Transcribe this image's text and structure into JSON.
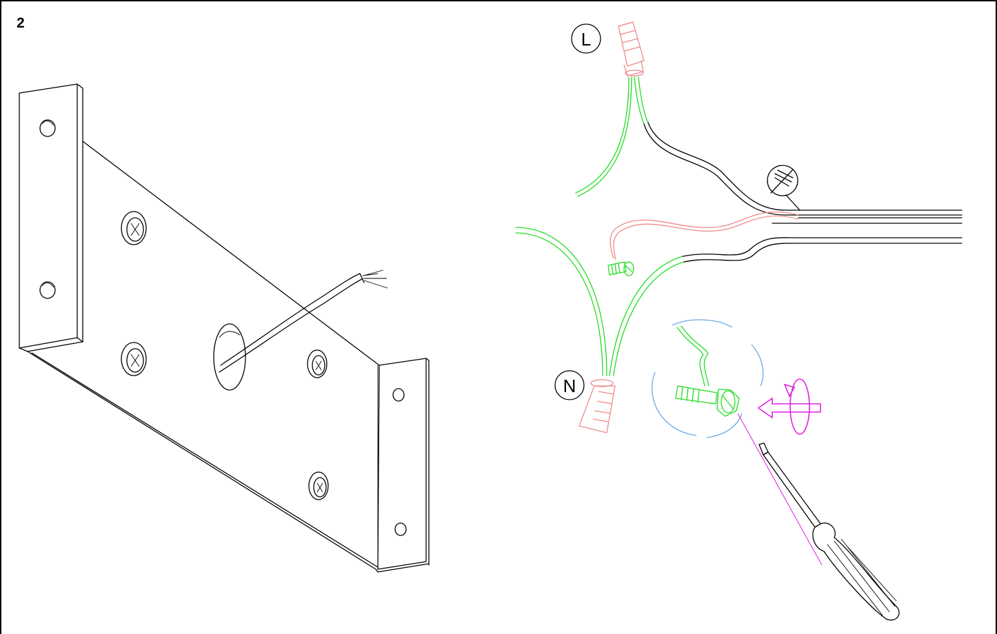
{
  "step": {
    "number": "2"
  },
  "labels": {
    "live": "L",
    "neutral": "N"
  },
  "colors": {
    "ground_wire": "#22dd22",
    "wire_nut": "#f08a8a",
    "live_wire": "#000000",
    "rotation_arrow": "#e020e0",
    "detail_circle": "#6aa8e8"
  },
  "icons": [
    "ground-symbol-icon",
    "rotate-clockwise-icon",
    "push-arrow-icon",
    "screwdriver-icon"
  ]
}
